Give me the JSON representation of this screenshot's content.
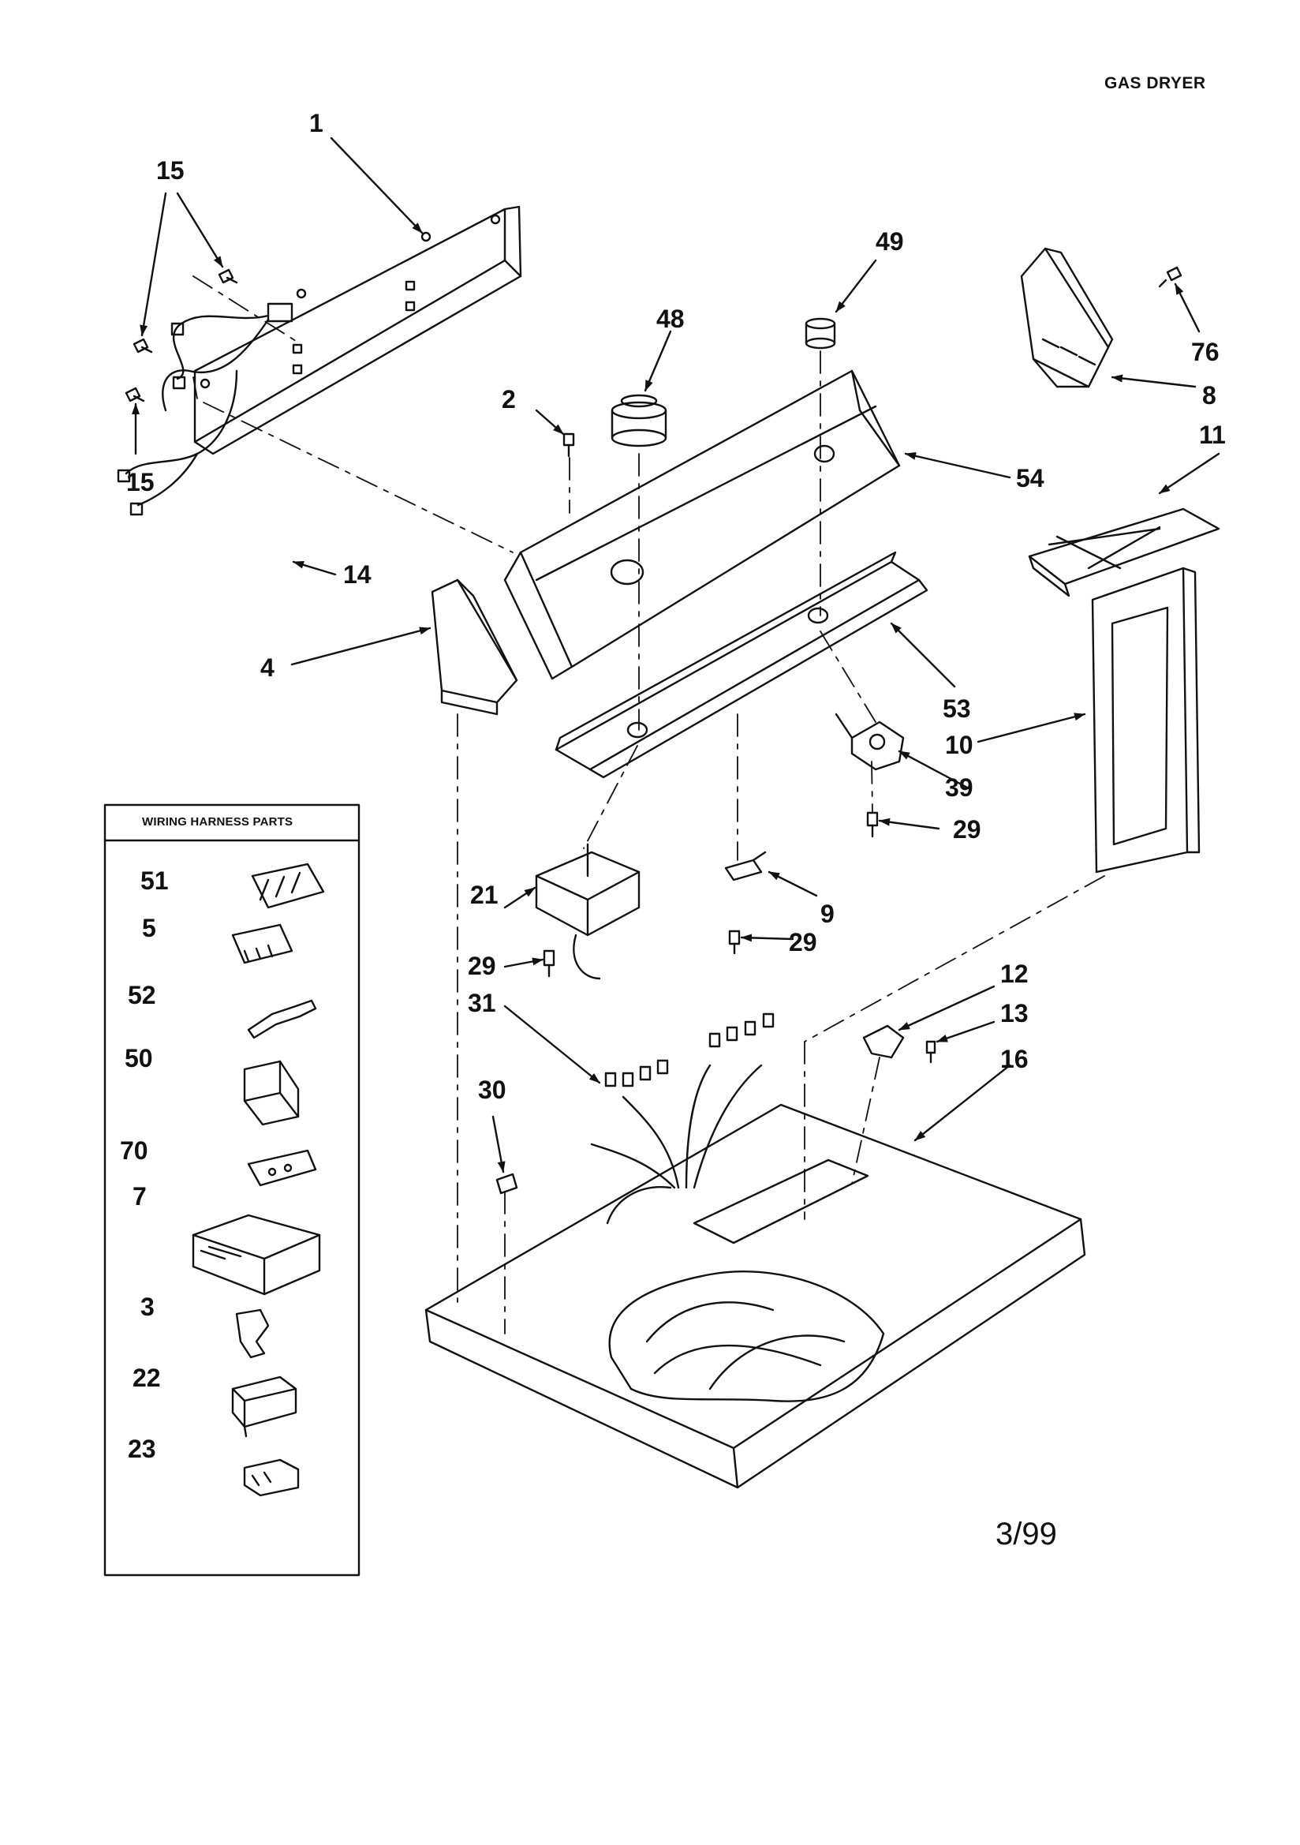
{
  "header": {
    "title": "GAS DRYER"
  },
  "footer": {
    "date": "3/99"
  },
  "wiring_panel": {
    "title": "WIRING HARNESS PARTS",
    "labels": {
      "p51": "51",
      "p5": "5",
      "p52": "52",
      "p50": "50",
      "p70": "70",
      "p7": "7",
      "p3": "3",
      "p22": "22",
      "p23": "23"
    }
  },
  "callouts": {
    "c1": "1",
    "c15a": "15",
    "c15b": "15",
    "c49": "49",
    "c48": "48",
    "c76": "76",
    "c8": "8",
    "c2": "2",
    "c54": "54",
    "c11": "11",
    "c14": "14",
    "c4": "4",
    "c53": "53",
    "c10": "10",
    "c39": "39",
    "c29a": "29",
    "c9": "9",
    "c29b": "29",
    "c21": "21",
    "c29c": "29",
    "c31": "31",
    "c12": "12",
    "c13": "13",
    "c16": "16",
    "c30": "30"
  }
}
